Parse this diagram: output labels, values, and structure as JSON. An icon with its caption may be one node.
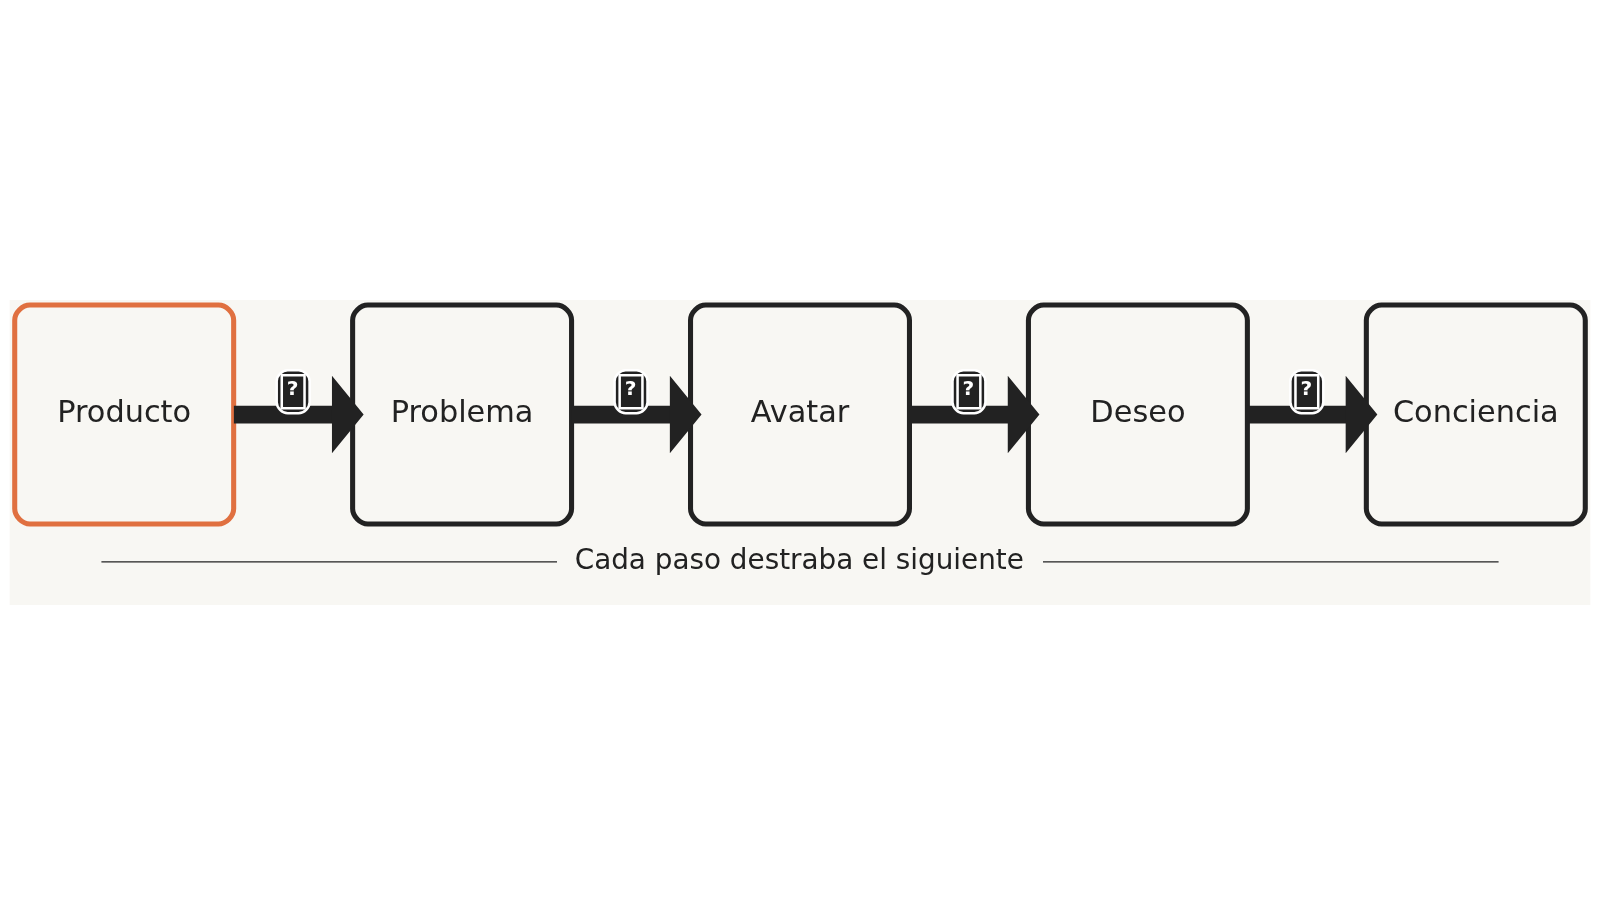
{
  "diagram": {
    "caption": "Cada paso destraba el siguiente",
    "nodes": [
      {
        "text": [
          "Producto"
        ]
      },
      {
        "text": [
          "Problema"
        ]
      },
      {
        "text": [
          "Avatar"
        ]
      },
      {
        "text": [
          "Deseo"
        ]
      },
      {
        "text": [
          "Conciencia"
        ]
      }
    ],
    "edges": [
      {
        "from": 0,
        "to": 1,
        "arrow": "to",
        "label": "?"
      },
      {
        "from": 1,
        "to": 2,
        "arrow": "to",
        "label": "?"
      },
      {
        "from": 2,
        "to": 3,
        "arrow": "to",
        "label": "?"
      },
      {
        "from": 3,
        "to": 4,
        "arrow": "to",
        "label": "?"
      }
    ]
  }
}
